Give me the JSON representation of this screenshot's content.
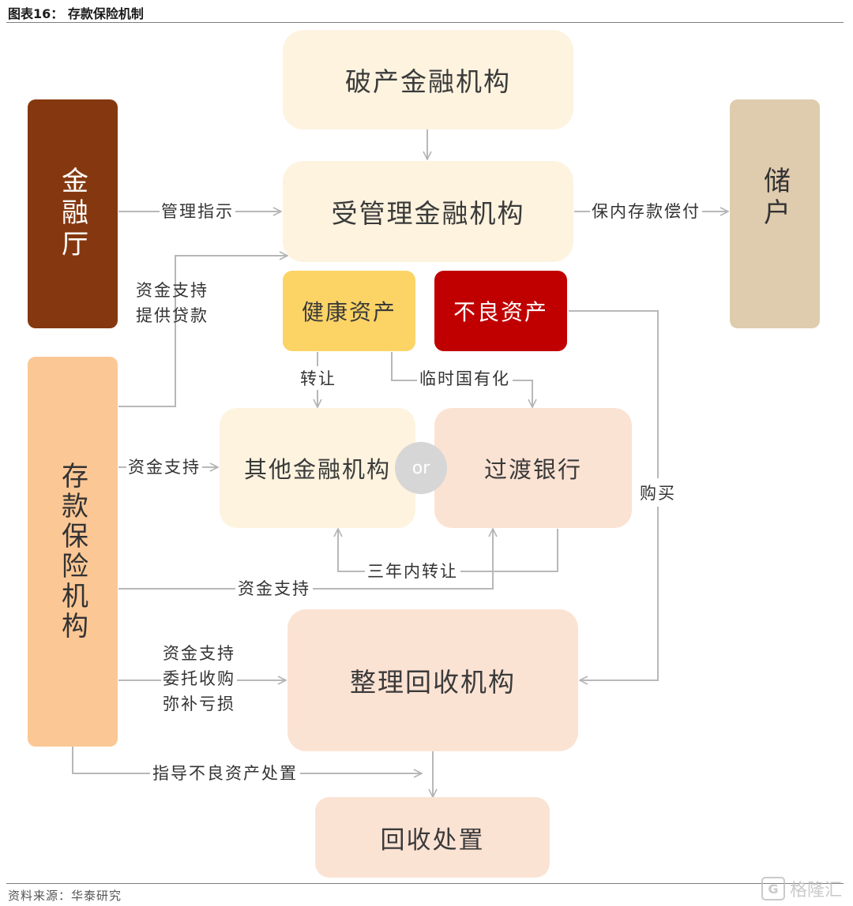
{
  "header": {
    "title": "图表16：  存款保险机制"
  },
  "nodes": {
    "bankrupt": "破产金融机构",
    "managed": "受管理金融机构",
    "fsa": "金融厅",
    "depositor": "储户",
    "healthy_assets": "健康资产",
    "bad_assets": "不良资产",
    "other_fi": "其他金融机构",
    "or": "or",
    "bridge_bank": "过渡银行",
    "dic": "存款保险机构",
    "rcc": "整理回收机构",
    "recovery": "回收处置"
  },
  "edges": {
    "mgmt_instruction": "管理指示",
    "deposit_payout": "保内存款偿付",
    "fund_support_loan": "资金支持\n提供贷款",
    "transfer": "转让",
    "temp_nationalize": "临时国有化",
    "fund_support_1": "资金支持",
    "purchase": "购买",
    "transfer_3yr": "三年内转让",
    "fund_support_2": "资金支持",
    "rcc_support": "资金支持\n委托收购\n弥补亏损",
    "guide_disposal": "指导不良资产处置"
  },
  "footer": {
    "source": "资料来源：华泰研究"
  },
  "watermark": {
    "text": "格隆汇"
  },
  "colors": {
    "dark_brown": "#85380f",
    "tan": "#dfcbae",
    "light_cream": "#fdf3df",
    "peach": "#fbe3d4",
    "orange": "#fbc795",
    "yellow": "#fcd466",
    "red": "#c00000",
    "gray_circle": "#d6d6d6",
    "line": "#b8b8b8"
  }
}
